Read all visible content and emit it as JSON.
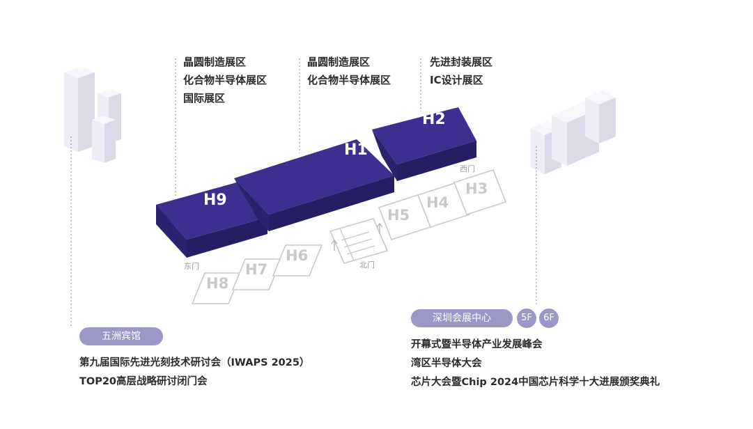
{
  "zones": {
    "h9_side": [
      "晶圆制造展区",
      "化合物半导体展区",
      "国际展区"
    ],
    "h1_side": [
      "晶圆制造展区",
      "化合物半导体展区"
    ],
    "h2_side": [
      "先进封装展区",
      "IC设计展区"
    ]
  },
  "halls": {
    "h9": "H9",
    "h1": "H1",
    "h2": "H2",
    "h3": "H3",
    "h4": "H4",
    "h5": "H5",
    "h6": "H6",
    "h7": "H7",
    "h8": "H8"
  },
  "gates": {
    "east": "东门",
    "west": "西门",
    "north": "北门"
  },
  "venues": {
    "left": {
      "name": "五洲宾馆",
      "events": [
        "第九届国际先进光刻技术研讨会（IWAPS 2025）",
        "TOP20高层战略研讨闭门会"
      ]
    },
    "right": {
      "name": "深圳会展中心",
      "floors": [
        "5F",
        "6F"
      ],
      "events": [
        "开幕式暨半导体产业发展峰会",
        "湾区半导体大会",
        "芯片大会暨Chip 2024中国芯片科学十大进展颁奖典礼"
      ]
    }
  },
  "colors": {
    "hall_fill": "#3d2f8f",
    "hall_side": "#2b2270",
    "pill": "#9b97c7",
    "outline": "#c9c9c9"
  }
}
